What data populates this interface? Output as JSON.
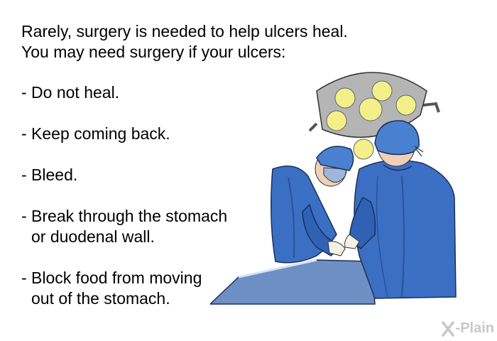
{
  "intro": {
    "line1": "Rarely, surgery is needed to help ulcers heal.",
    "line2": "You may need surgery if your ulcers:"
  },
  "bullets": [
    {
      "line1": "- Do not heal."
    },
    {
      "line1": "- Keep coming back."
    },
    {
      "line1": "- Bleed."
    },
    {
      "line1": "- Break through the stomach",
      "line2": "or duodenal wall."
    },
    {
      "line1": "- Block food from moving",
      "line2": "out of the stomach."
    }
  ],
  "logo": {
    "text": "-Plain",
    "color": "#c8c8c8"
  },
  "colors": {
    "gown": "#3b6fc4",
    "gown_dark": "#2a5299",
    "cap": "#4a80d0",
    "lamp": "#b0b0b0",
    "lamp_light": "#f3f08a",
    "sheet": "#6d8fc4"
  }
}
